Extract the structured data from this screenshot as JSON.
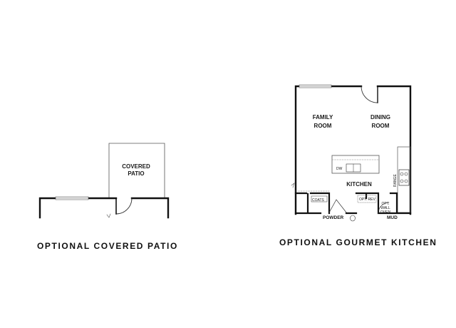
{
  "patio_plan": {
    "caption": "OPTIONAL COVERED PATIO",
    "covered_patio_line1": "COVERED",
    "covered_patio_line2": "PATIO"
  },
  "kitchen_plan": {
    "caption": "OPTIONAL GOURMET KITCHEN",
    "family_room_line1": "FAMILY",
    "family_room_line2": "ROOM",
    "dining_room_line1": "DINING",
    "dining_room_line2": "ROOM",
    "kitchen": "KITCHEN",
    "dw": "DW",
    "range": "RANGE",
    "coats": "COATS",
    "opt_rev": "OPT. REV",
    "opt_wall_oven_1": "OPT.",
    "opt_wall_oven_2": "WALL",
    "opt_wall_oven_3": "OVEN",
    "powder": "POWDER",
    "mud": "MUD"
  }
}
